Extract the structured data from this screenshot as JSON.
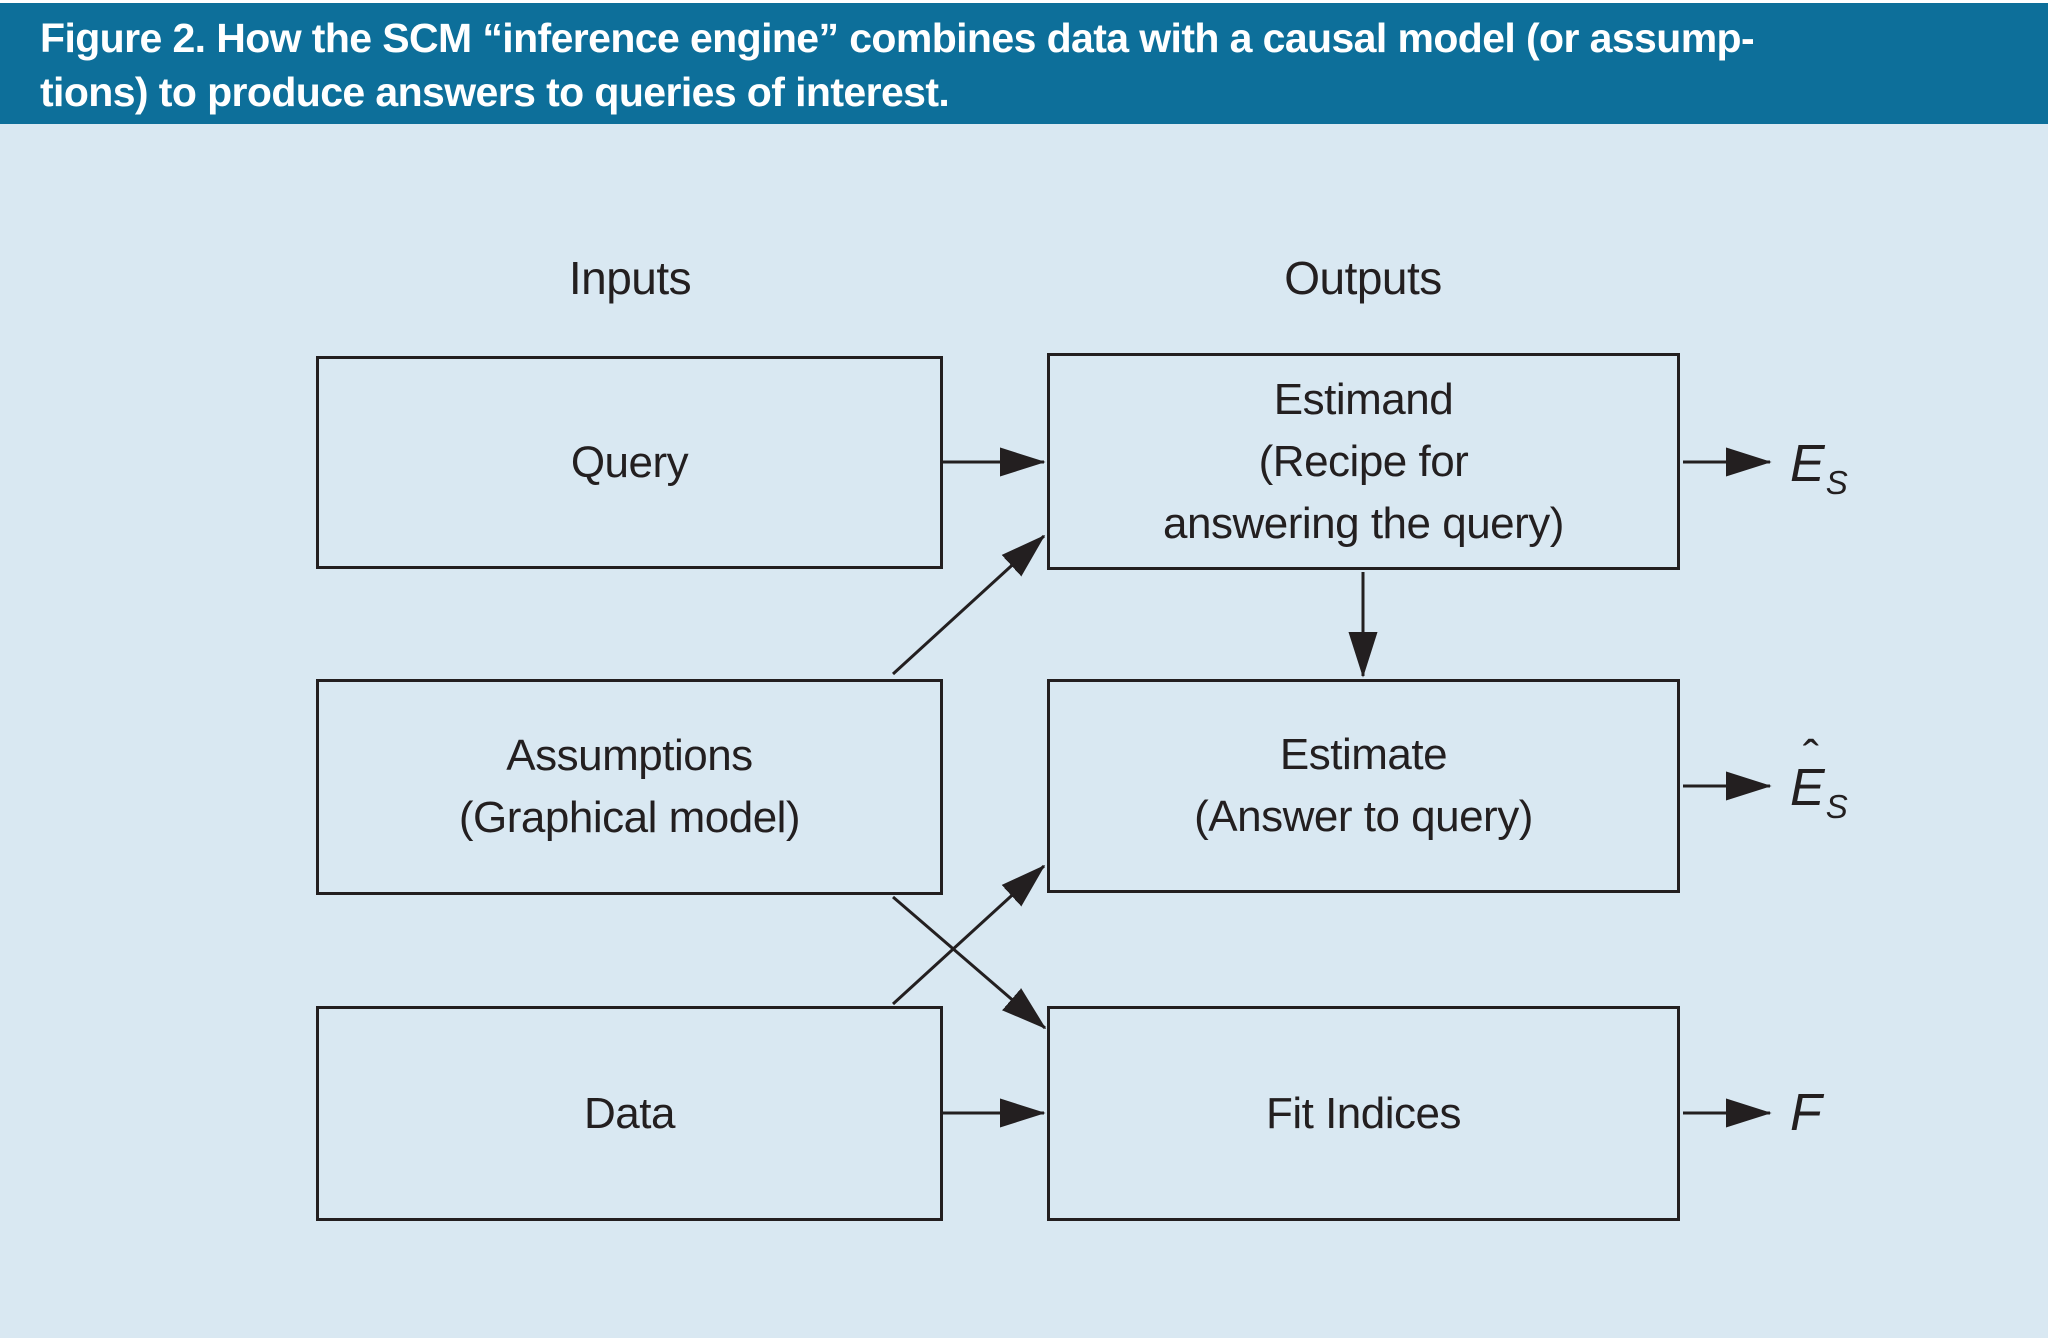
{
  "figure": {
    "caption_line1": "Figure 2. How the SCM “inference engine” combines data with a causal model (or assump-",
    "caption_line2": "tions) to produce answers to queries of interest.",
    "colors": {
      "header_bg": "#0d6f9a",
      "header_text": "#ffffff",
      "panel_bg": "#d9e8f2",
      "ink": "#231f20"
    }
  },
  "diagram": {
    "column_labels": {
      "inputs": "Inputs",
      "outputs": "Outputs"
    },
    "boxes": {
      "query": {
        "label": "Query"
      },
      "assumptions": {
        "label": "Assumptions\n(Graphical model)"
      },
      "data": {
        "label": "Data"
      },
      "estimand": {
        "label": "Estimand\n(Recipe for\nanswering the query)"
      },
      "estimate": {
        "label": "Estimate\n(Answer to query)"
      },
      "fit_indices": {
        "label": "Fit Indices"
      }
    },
    "output_symbols": {
      "estimand": {
        "hat": "",
        "main": "E",
        "sub": "S"
      },
      "estimate": {
        "hat": "ˆ",
        "main": "E",
        "sub": "S"
      },
      "fit_indices": {
        "hat": "",
        "main": "F",
        "sub": ""
      }
    }
  }
}
